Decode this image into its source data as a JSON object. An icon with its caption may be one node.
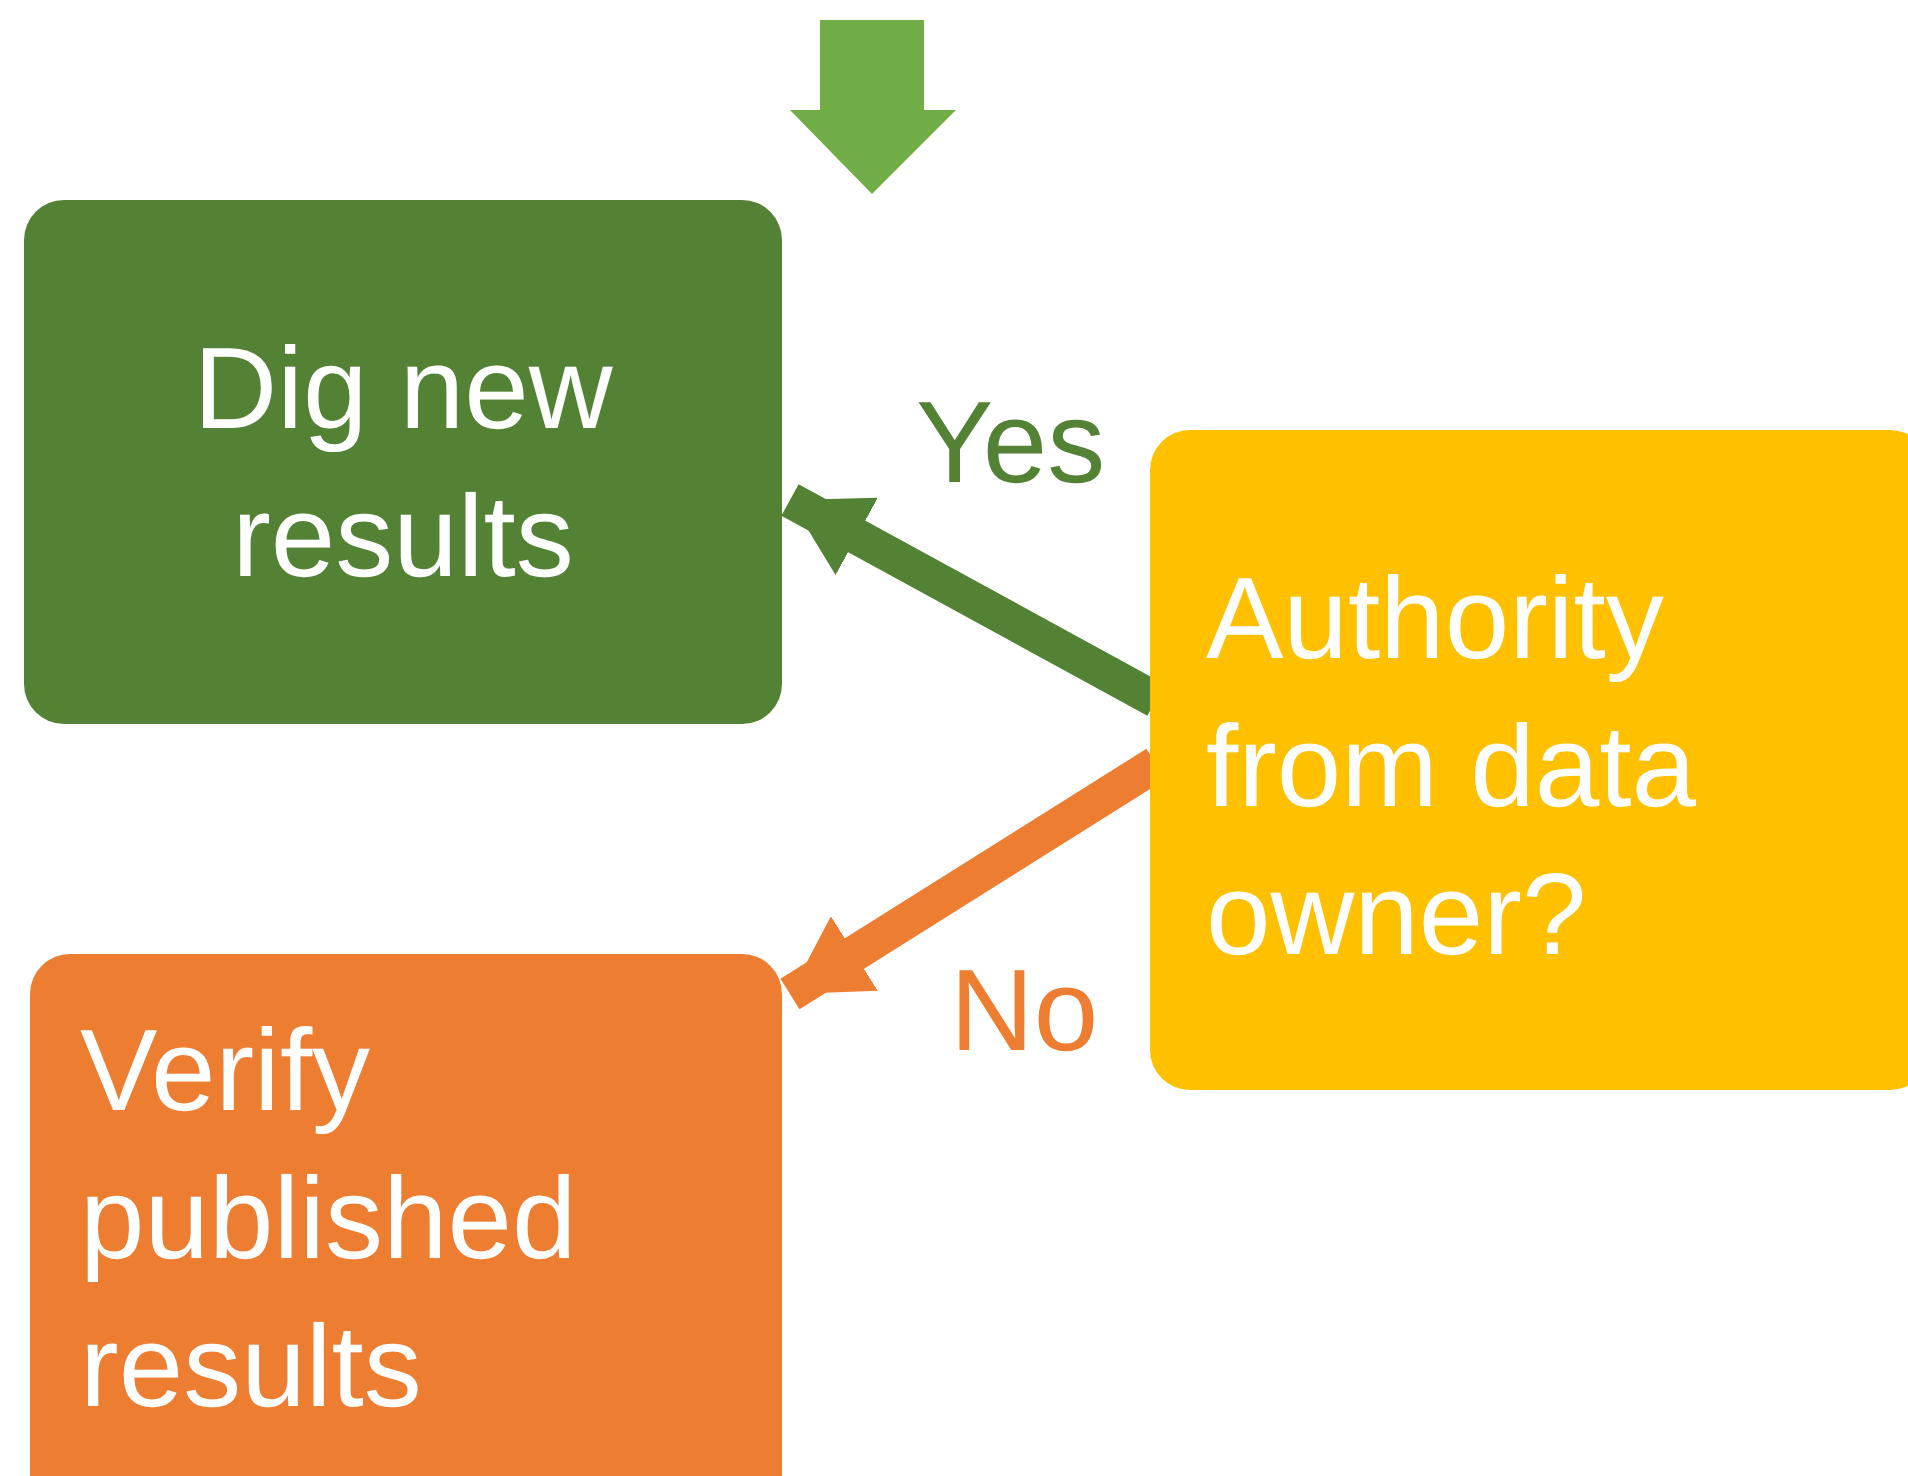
{
  "diagram": {
    "nodes": [
      {
        "text": [
          "Dig new results"
        ]
      },
      {
        "text": [
          "Authority from data owner?"
        ]
      },
      {
        "text": [
          "Verify published results"
        ]
      }
    ],
    "edges": [
      {
        "from": 1,
        "to": 0,
        "arrow": "to",
        "label": "Yes",
        "color": "#548235"
      },
      {
        "from": 1,
        "to": 2,
        "arrow": "to",
        "label": "No",
        "color": "#ed7d31"
      }
    ]
  }
}
